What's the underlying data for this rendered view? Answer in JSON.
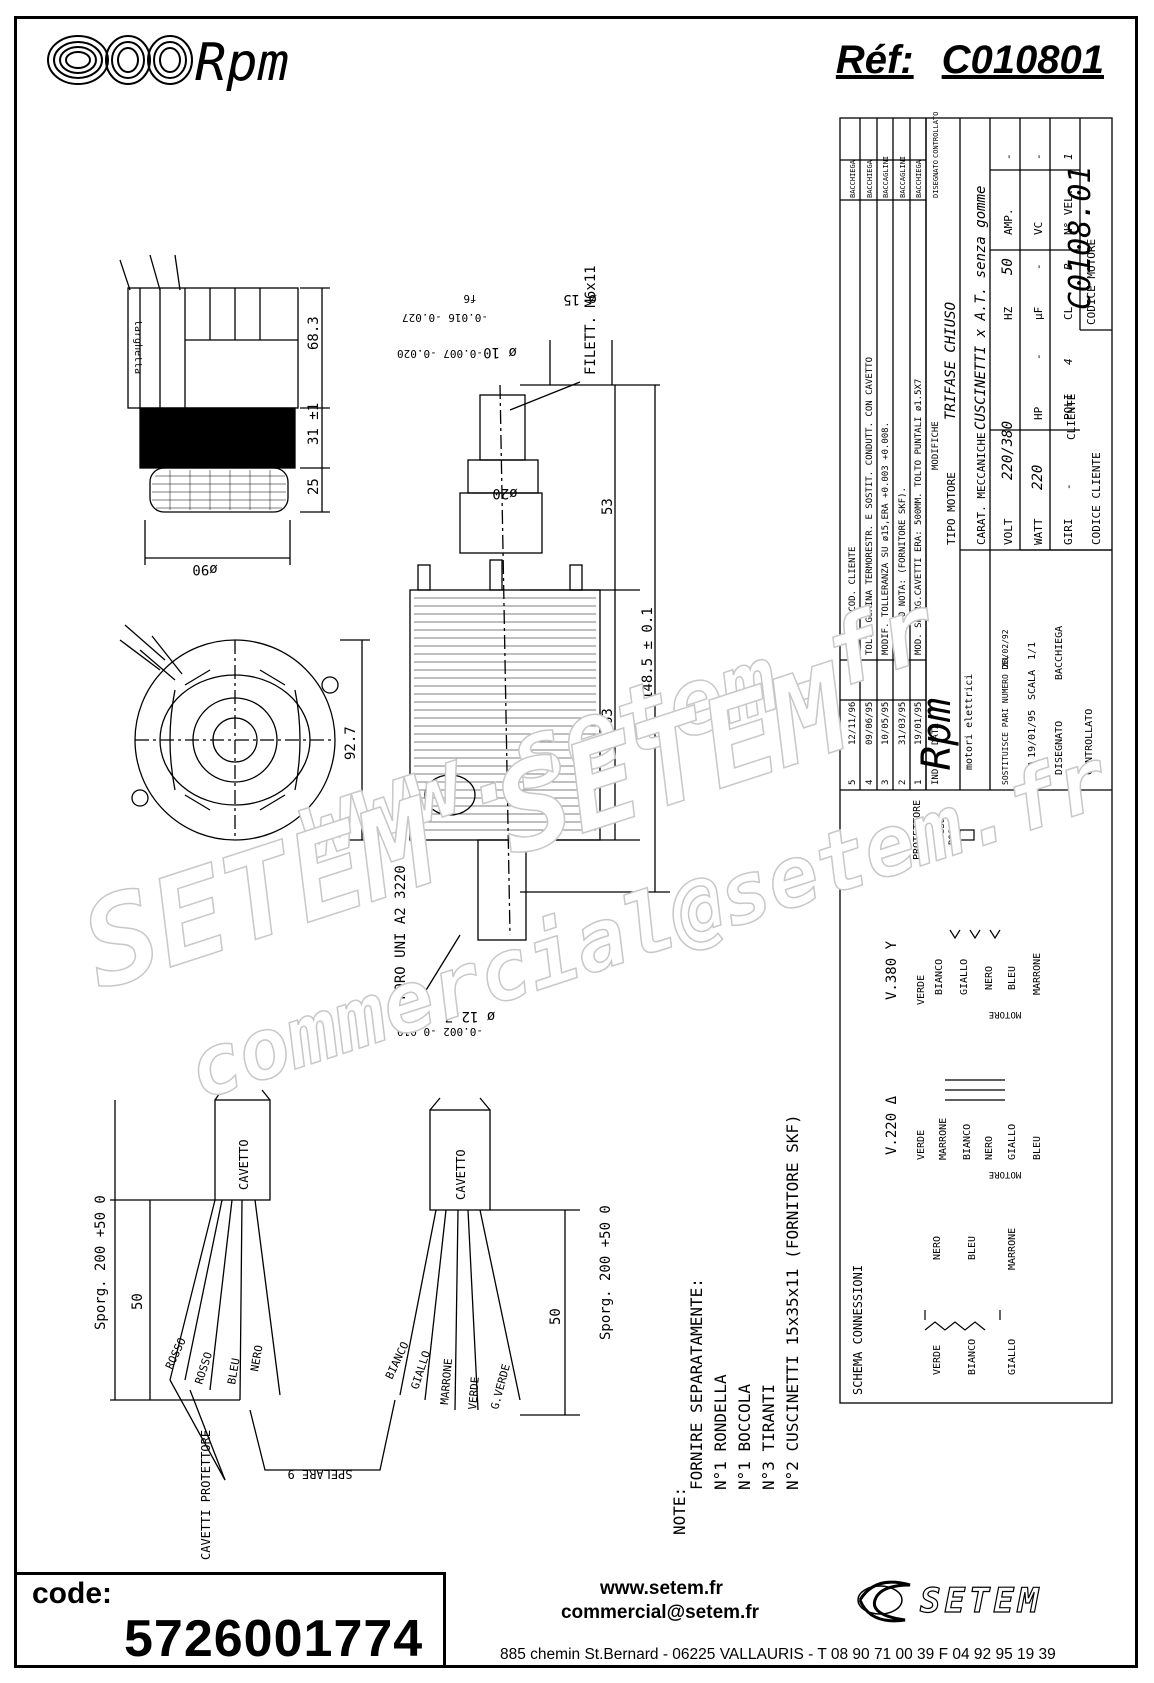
{
  "header": {
    "brand": "Rpm",
    "ref_label": "Réf:",
    "ref_value": "C010801"
  },
  "drawing": {
    "dims": {
      "d_90": "ø90",
      "h_68_3": "68.3",
      "h_31": "31 ±1",
      "h_25": "25",
      "w_92_7": "92.7",
      "shaft_15": "ø 15",
      "tol_15": "-0.016 -0.027",
      "f6": "f6",
      "shaft_10": "ø 10",
      "tol_10": "-0.007 -0.020",
      "thread": "FILETT. M6x11",
      "d_20": "ø20",
      "l_53": "53",
      "l_63": "63",
      "l_148_5": "148.5 ± 0.1",
      "hole": "FORO UNI A2 3220",
      "shaft_12_7": "ø 12.7",
      "tol_12_7": "-0.002 -0.010",
      "targhetta": "targhetta",
      "sporg_1": "Sporg. 200 +50 0",
      "sporg_2": "Sporg. 200 +50 0",
      "l_50_a": "50",
      "l_50_b": "50",
      "spelare": "SPELARE 9",
      "cavetto_1": "CAVETTO",
      "cavetto_2": "CAVETTO",
      "cavetti_prot": "CAVETTI PROTETTORE",
      "wires_left": [
        "ROSSO",
        "ROSSO",
        "BLEU",
        "NERO"
      ],
      "wires_right": [
        "BIANCO",
        "GIALLO",
        "MARRONE",
        "VERDE",
        "G.VERDE"
      ]
    },
    "note": {
      "label": "NOTE:",
      "title": "FORNIRE SEPARATAMENTE:",
      "lines": [
        "N°1 RONDELLA",
        "N°1 BOCCOLA",
        "N°3 TIRANTI",
        "N°2 CUSCINETTI 15x35x11 (FORNITORE SKF)"
      ]
    }
  },
  "title_block": {
    "revisions": [
      {
        "ind": "5",
        "date": "12/11/96",
        "text": "AGIUNTO COD. CLIENTE",
        "drawn": "BACCHIEGA"
      },
      {
        "ind": "4",
        "date": "09/06/95",
        "text": "TOLTO GUAINA TERMORESTR. E SOSTIT. CONDUTT. CON CAVETTO",
        "drawn": "BACCHIEGA"
      },
      {
        "ind": "3",
        "date": "10/05/95",
        "text": "MODIF. TOLLERANZA SU ø15,ERA +0.003 +0.008.",
        "drawn": "BACCAGLINI"
      },
      {
        "ind": "2",
        "date": "31/03/95",
        "text": "AGGIUNTO NOTA: (FORNITORE SKF).",
        "drawn": "BACCAGLINI"
      },
      {
        "ind": "1",
        "date": "19/01/95",
        "text": "MOD. SPORG.CAVETTI ERA: 500MM. TOLTO PUNTALI ø1.5X7",
        "drawn": "BACCHIEGA"
      }
    ],
    "rev_header": {
      "ind": "IND.",
      "date": "DATA",
      "mods": "MODIFICHE",
      "drawn": "DISEGNATO",
      "checked": "CONTROLLATO"
    },
    "tipo_motore_label": "TIPO MOTORE",
    "tipo_motore": "TRIFASE CHIUSO",
    "carat_label": "CARAT. MECCANICHE",
    "carat": "CUSCINETTI x A.T. senza gomme",
    "specs": [
      {
        "k": "VOLT",
        "v": "220/380",
        "k2": "HZ",
        "v2": "50",
        "k3": "AMP.",
        "v3": "-"
      },
      {
        "k": "WATT",
        "v": "220",
        "k2": "HP",
        "v2": "-",
        "k3": "µF",
        "v3": "-",
        "k4": "VC",
        "v4": "-"
      },
      {
        "k": "GIRI",
        "v": "-",
        "k2": "POLI",
        "v2": "4",
        "k3": "CL.",
        "v3": "B",
        "k4": "N° VEL.",
        "v4": "1"
      }
    ],
    "cliente_label": "CLIENTE",
    "codice_cliente_label": "CODICE CLIENTE",
    "codice_motore_label": "CODICE MOTORE",
    "codice_motore": "C0108.01",
    "brand": "Rpm",
    "brand_sub": "motori elettrici",
    "sostituisce": "SOSTITUISCE PARI NUMERO DEL",
    "sostituisce_date": "28/02/92",
    "data_label": "DATA",
    "data_value": "19/01/95",
    "scala_label": "SCALA",
    "scala_value": "1/1",
    "disegnato_label": "DISEGNATO",
    "disegnato_value": "BACCHIEGA",
    "controllato_label": "CONTROLLATO",
    "schema_title": "SCHEMA CONNESSIONI",
    "protettore": "PROTETTORE",
    "rosso1": "ROSSO",
    "rosso2": "ROSSO",
    "v380": "V.380 Y",
    "v220": "V.220 Δ",
    "motore1": "MOTORE",
    "motore2": "MOTORE",
    "v380_wires": [
      "VERDE",
      "BIANCO",
      "GIALLO",
      "NERO",
      "BLEU",
      "MARRONE"
    ],
    "v220_wires": [
      "VERDE",
      "MARRONE",
      "BIANCO",
      "NERO",
      "GIALLO",
      "BLEU"
    ],
    "coils_left": [
      "VERDE",
      "BIANCO",
      "GIALLO"
    ],
    "coils_right": [
      "NERO",
      "BLEU",
      "MARRONE"
    ]
  },
  "watermark": {
    "l1": "www.setem.fr",
    "l2": "SETEM SETEM",
    "l3": "commercial@setem.fr"
  },
  "footer": {
    "code_label": "code:",
    "code_value": "5726001774",
    "website": "www.setem.fr",
    "email": "commercial@setem.fr",
    "address": "885 chemin St.Bernard  -  06225 VALLAURIS  -  T 08 90 71 00 39  F 04 92 95 19 39",
    "setem": "SETEM"
  }
}
